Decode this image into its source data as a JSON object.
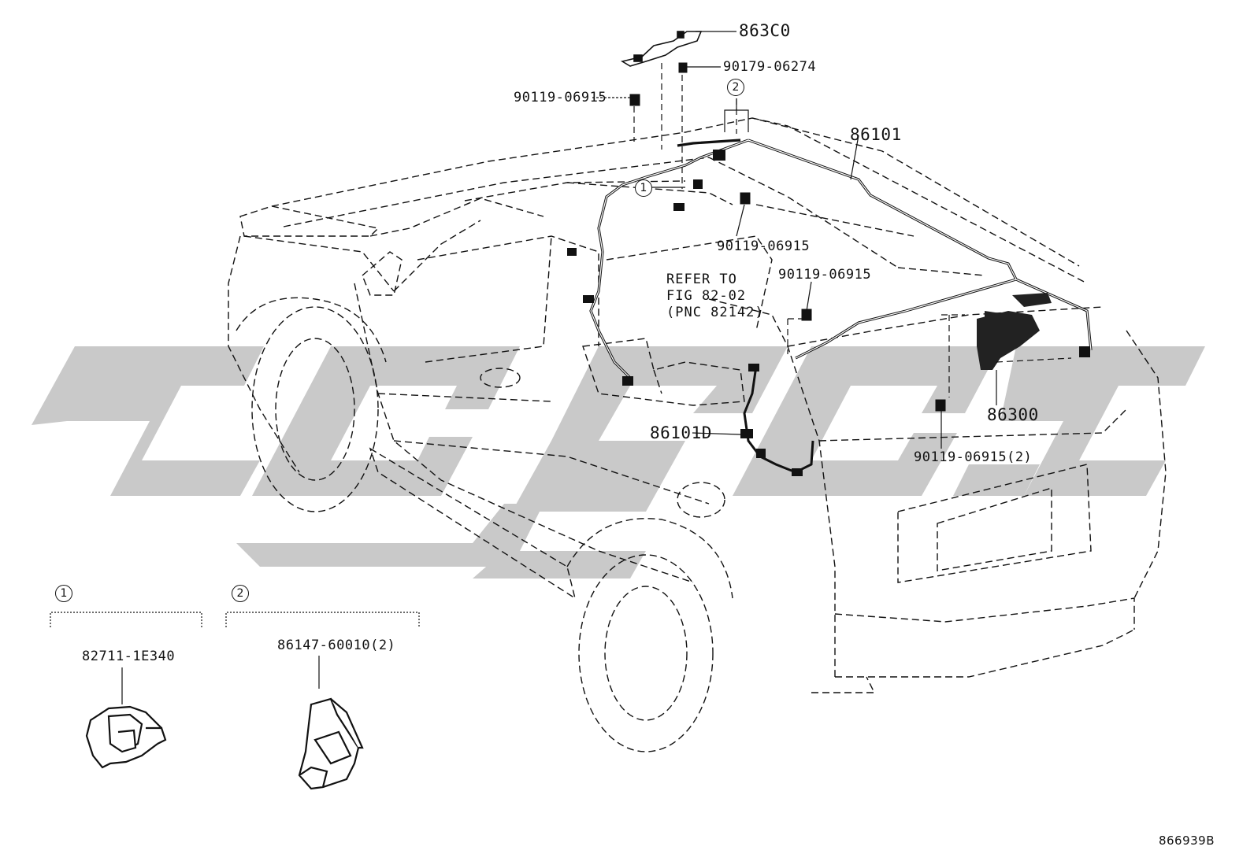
{
  "figure_number": "866939B",
  "watermark_text": "TOYOTA",
  "callouts": {
    "c1": "1",
    "c2": "2"
  },
  "labels": {
    "p863C0": "863C0",
    "p90179": "90179-06274",
    "p90119_top": "90119-06915",
    "p86101": "86101",
    "p90119_mid": "90119-06915",
    "p90119_right": "90119-06915",
    "p86101D": "86101D",
    "p86300": "86300",
    "p90119_two": "90119-06915(2)",
    "p82711": "82711-1E340",
    "p86147": "86147-60010(2)"
  },
  "reference_note": {
    "line1": "REFER TO",
    "line2": "FIG 82-02",
    "line3": "(PNC 82142)"
  }
}
